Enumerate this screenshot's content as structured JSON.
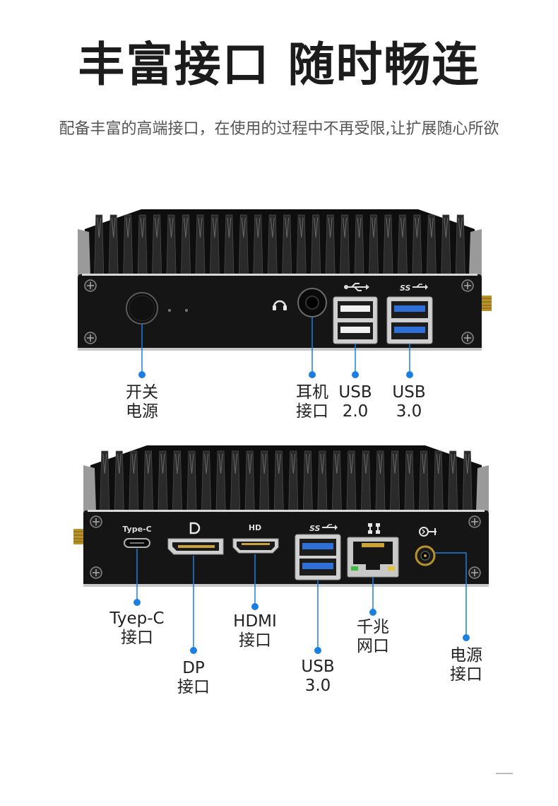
{
  "page": {
    "title": "丰富接口 随时畅连",
    "subtitle": "配备丰富的高端接口，在使用的过程中不再受限,让扩展随心所欲"
  },
  "front_panel": {
    "labels": {
      "power": [
        "开关",
        "电源"
      ],
      "headphone": [
        "耳机",
        "接口"
      ],
      "usb2": [
        "USB",
        "2.0"
      ],
      "usb3": [
        "USB",
        "3.0"
      ]
    }
  },
  "rear_panel": {
    "port_marks": {
      "typec": "Type-C",
      "hd": "HD"
    },
    "labels": {
      "typec": [
        "Tyep-C",
        "接口"
      ],
      "dp": [
        "DP",
        "接口"
      ],
      "hdmi": [
        "HDMI",
        "接口"
      ],
      "usb3": [
        "USB",
        "3.0"
      ],
      "lan": [
        "千兆",
        "网口"
      ],
      "dc": [
        "电源",
        "接口"
      ]
    }
  },
  "colors": {
    "accent": "#1a7fe0",
    "chassis": "#1a1a1a",
    "usb3_blue": "#2f6fd8"
  }
}
